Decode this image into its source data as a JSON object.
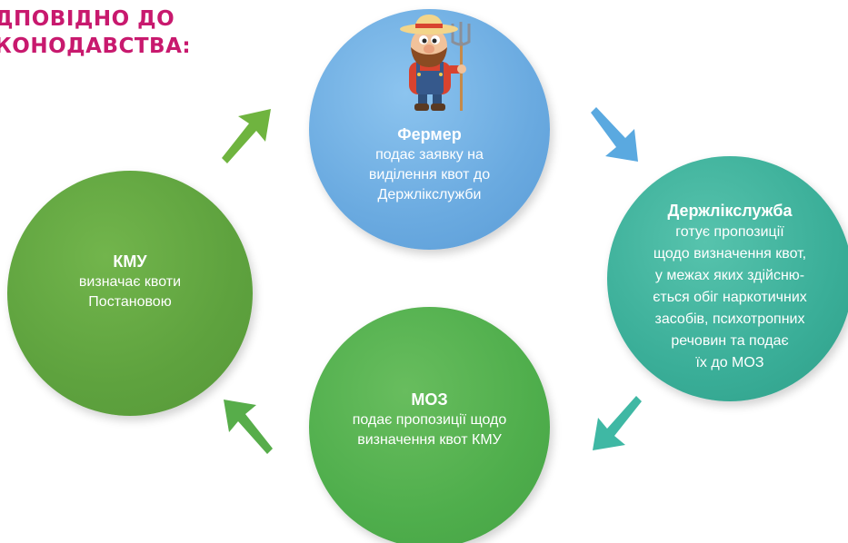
{
  "heading": {
    "line1": "ДПОВІДНО ДО",
    "line2": "КОНОДАВСТВА:"
  },
  "steps": [
    {
      "title": "Фермер",
      "lines": [
        "подає заявку на",
        "виділення квот до",
        "Держлікслужби"
      ],
      "color": "#6aaae0",
      "icon": "farmer-icon"
    },
    {
      "title": "Держлікслужба",
      "lines": [
        "готує пропозиції",
        "щодо визначення квот,",
        "у межах яких здійсню-",
        "ється обіг наркотичних",
        "засобів, психотропних",
        "речовин та подає",
        "їх до МОЗ"
      ],
      "color": "#3aae98"
    },
    {
      "title": "МОЗ",
      "lines": [
        "подає пропозиції щодо",
        "визначення квот КМУ"
      ],
      "color": "#4fae4c"
    },
    {
      "title": "КМУ",
      "lines": [
        "визначає квоти",
        "Постановою"
      ],
      "color": "#5ea23e"
    }
  ],
  "arrows": [
    {
      "from": "КМУ",
      "to": "Фермер",
      "color": "#6fb43f",
      "icon": "arrow-up-right-icon"
    },
    {
      "from": "Фермер",
      "to": "Держлікслужба",
      "color": "#5aa9e0",
      "icon": "arrow-down-right-icon"
    },
    {
      "from": "Держлікслужба",
      "to": "МОЗ",
      "color": "#3fb8a4",
      "icon": "arrow-down-left-icon"
    },
    {
      "from": "МОЗ",
      "to": "КМУ",
      "color": "#57ad4a",
      "icon": "arrow-up-left-icon"
    }
  ]
}
